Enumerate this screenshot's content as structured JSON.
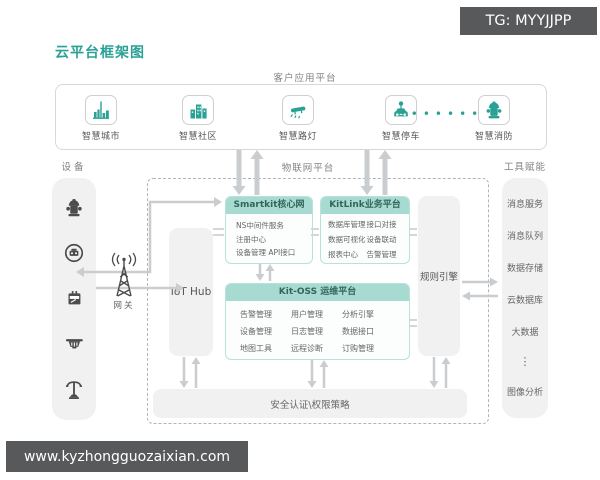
{
  "title": "云平台框架图",
  "watermarks": {
    "top_right": "TG: MYYJJPP",
    "bottom_left": "www.kyzhongguozaixian.com"
  },
  "app_platform": {
    "label": "客户应用平台",
    "items": [
      {
        "label": "智慧城市",
        "icon": "smart-city-icon"
      },
      {
        "label": "智慧社区",
        "icon": "smart-community-icon"
      },
      {
        "label": "智慧路灯",
        "icon": "smart-streetlight-icon"
      },
      {
        "label": "智慧停车",
        "icon": "smart-parking-icon"
      },
      {
        "label": "智慧消防",
        "icon": "smart-fire-icon"
      }
    ],
    "dots": "••••••"
  },
  "devices": {
    "label": "设备",
    "icons": [
      "fire-hydrant-icon",
      "camera-icon",
      "electric-meter-icon",
      "smoke-detector-icon",
      "street-lamp-icon"
    ]
  },
  "gateway": {
    "label": "网关"
  },
  "iot_platform": {
    "label": "物联网平台",
    "iot_hub_label": "IoT Hub",
    "smartkit": {
      "title": "Smartkit核心网",
      "items": [
        "NS中间件服务",
        "注册中心",
        "设备管理 API接口"
      ]
    },
    "kitlink": {
      "title": "KitLink业务平台",
      "items": [
        "数据库管理",
        "接口对接",
        "数据可视化",
        "设备联动",
        "报表中心",
        "告警管理"
      ]
    },
    "kitoss": {
      "title": "Kit-OSS 运维平台",
      "items": [
        "告警管理",
        "用户管理",
        "分析引擎",
        "设备管理",
        "日志管理",
        "数据接口",
        "地图工具",
        "远程诊断",
        "订购管理"
      ]
    },
    "rules_engine_label": "规则引擎",
    "security_label": "安全认证\\权限策略"
  },
  "tools": {
    "label": "工具赋能",
    "items": [
      "消息服务",
      "消息队列",
      "数据存储",
      "云数据库",
      "大数据",
      "⋮",
      "图像分析"
    ]
  },
  "colors": {
    "accent_teal": "#2ba195",
    "platform_header_bg": "#a7dbd1",
    "arrow_gray": "#c9cdd0",
    "watermark_bg": "#58595b",
    "rail_bg": "#f1f1f1"
  }
}
